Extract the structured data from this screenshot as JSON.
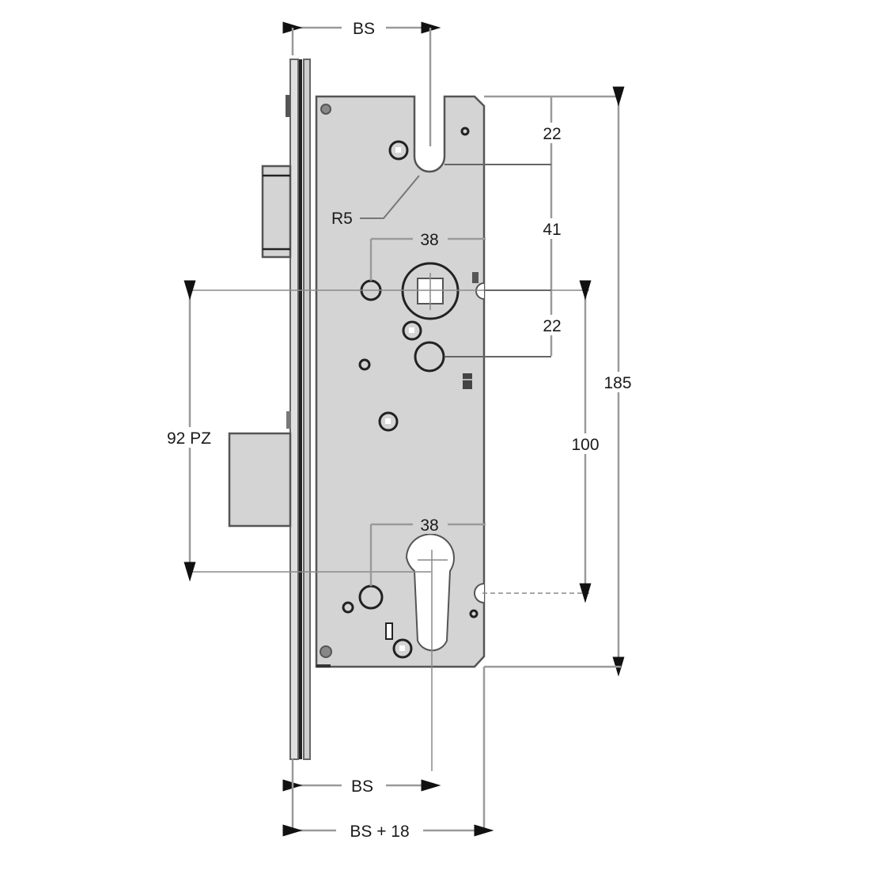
{
  "drawing": {
    "subject": "Mortise lock dimensional drawing",
    "dimensions": {
      "backset_top": "BS",
      "backset_bottom": "BS",
      "backset_plus": "BS + 18",
      "top_offset": "22",
      "follower_spacing": "41",
      "follower_to_lower": "22",
      "follower_to_cylinder": "100",
      "overall_height": "185",
      "pz_distance": "92 PZ",
      "radius": "R5",
      "follower_width": "38",
      "cylinder_width": "38"
    },
    "colors": {
      "plate": "#d4d4d4",
      "outline": "#555555",
      "dimension_line": "#9a9a9a",
      "text": "#1a1a1a"
    }
  }
}
